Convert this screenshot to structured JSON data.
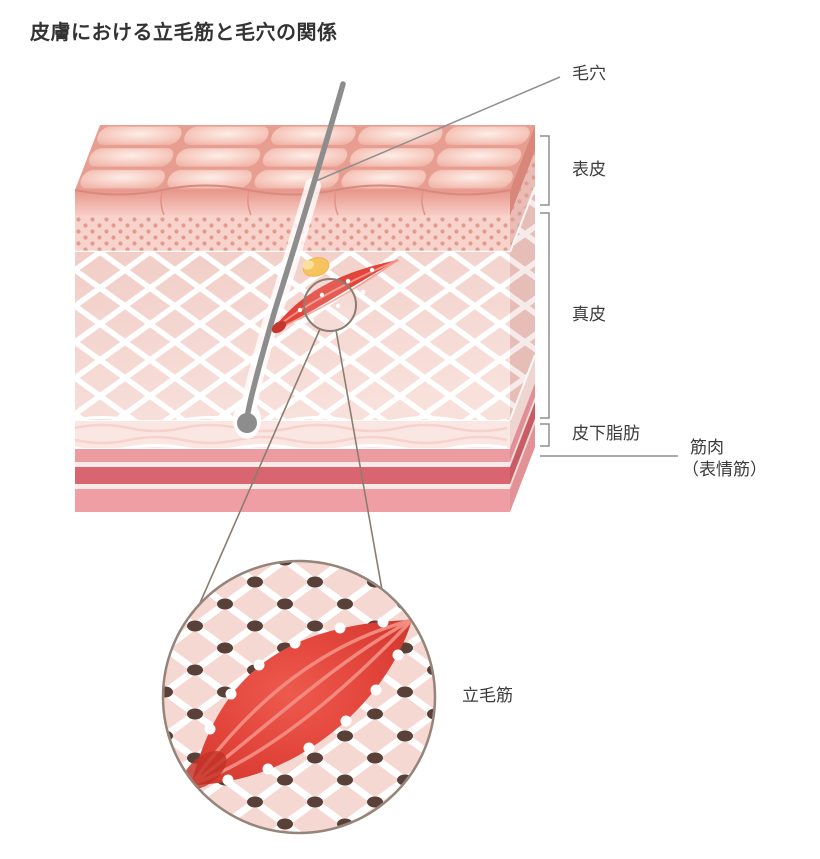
{
  "title": "皮膚における立毛筋と毛穴の関係",
  "labels": {
    "pore": "毛穴",
    "epidermis": "表皮",
    "dermis": "真皮",
    "subcutaneous_fat": "皮下脂肪",
    "muscle": "筋肉",
    "muscle_sub": "（表情筋）",
    "arrector_pili": "立毛筋"
  },
  "colors": {
    "muscle_red": "#e2443a",
    "skin_surface_pink": "#f6c6bb",
    "dermis_pink": "#f2cfc8",
    "hair_gray": "#8d8d8d",
    "sebaceous_yellow": "#f6c45e",
    "deep_muscle_band": "#d96570",
    "lattice_dot_brown": "#59413a",
    "label_text": "#3b3b3b"
  }
}
